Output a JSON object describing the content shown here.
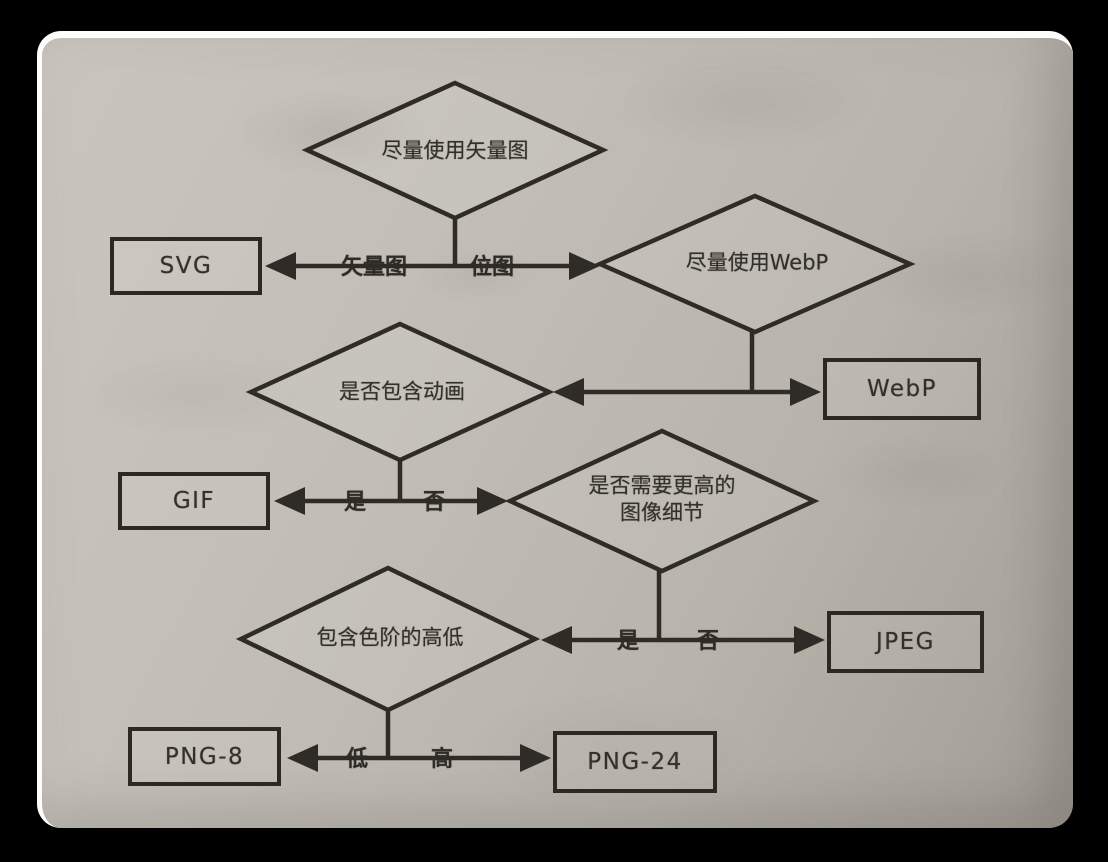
{
  "colors": {
    "backdrop": "#000000",
    "paper": "#c0bcb4",
    "ink": "#2f2c27",
    "page_edge_highlight": "#fdfdfb"
  },
  "flowchart": {
    "decisions": [
      {
        "label": "尽量使用矢量图"
      },
      {
        "label": "尽量使用WebP"
      },
      {
        "label": "是否包含动画"
      },
      {
        "line1": "是否需要更高的",
        "line2": "图像细节"
      },
      {
        "label": "包含色阶的高低"
      }
    ],
    "results": [
      {
        "label": "SVG"
      },
      {
        "label": "WebP"
      },
      {
        "label": "GIF"
      },
      {
        "label": "JPEG"
      },
      {
        "label": "PNG-8"
      },
      {
        "label": "PNG-24"
      }
    ],
    "edge_labels": [
      {
        "label": "矢量图"
      },
      {
        "label": "位图"
      },
      {
        "label": "是"
      },
      {
        "label": "否"
      },
      {
        "label": "是"
      },
      {
        "label": "否"
      },
      {
        "label": "低"
      },
      {
        "label": "高"
      }
    ]
  }
}
